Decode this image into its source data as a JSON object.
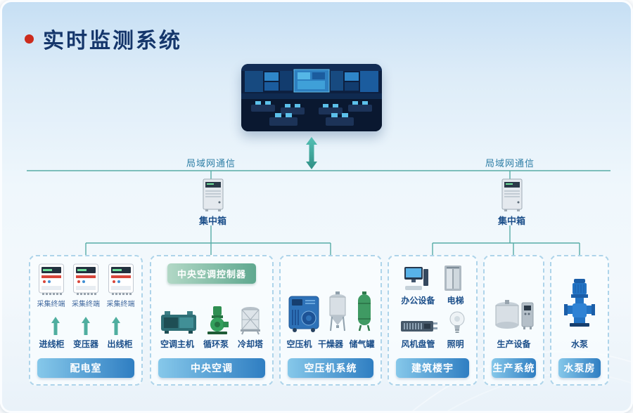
{
  "title": "实时监测系统",
  "network": {
    "lan_left": "局域网通信",
    "lan_right": "局域网通信",
    "concentrator_left": "集中箱",
    "concentrator_right": "集中箱"
  },
  "panels": [
    {
      "footer": "配电室",
      "terminals": [
        "采集终端",
        "采集终端",
        "采集终端"
      ],
      "devices": [
        "进线柜",
        "变压器",
        "出线柜"
      ]
    },
    {
      "header": "中央空调控制器",
      "footer": "中央空调",
      "devices": [
        "空调主机",
        "循环泵",
        "冷却塔"
      ]
    },
    {
      "footer": "空压机系统",
      "devices": [
        "空压机",
        "干燥器",
        "储气罐"
      ]
    },
    {
      "footer": "建筑楼宇",
      "devices": [
        "办公设备",
        "电梯",
        "风机盘管",
        "照明"
      ]
    },
    {
      "footer": "生产系统",
      "devices": [
        "生产设备"
      ]
    },
    {
      "footer": "水泵房",
      "devices": [
        "水泵"
      ]
    }
  ],
  "colors": {
    "title_text": "#15366b",
    "bullet": "#cc2b1d",
    "connector_line": "#57aca6",
    "label_text": "#1c4f8a",
    "lan_text": "#2f7fa6",
    "footer_pill_start": "#86c8ea",
    "footer_pill_end": "#2f7ec2",
    "header_pill_start": "#b2d8c6",
    "header_pill_end": "#5fa88f"
  }
}
